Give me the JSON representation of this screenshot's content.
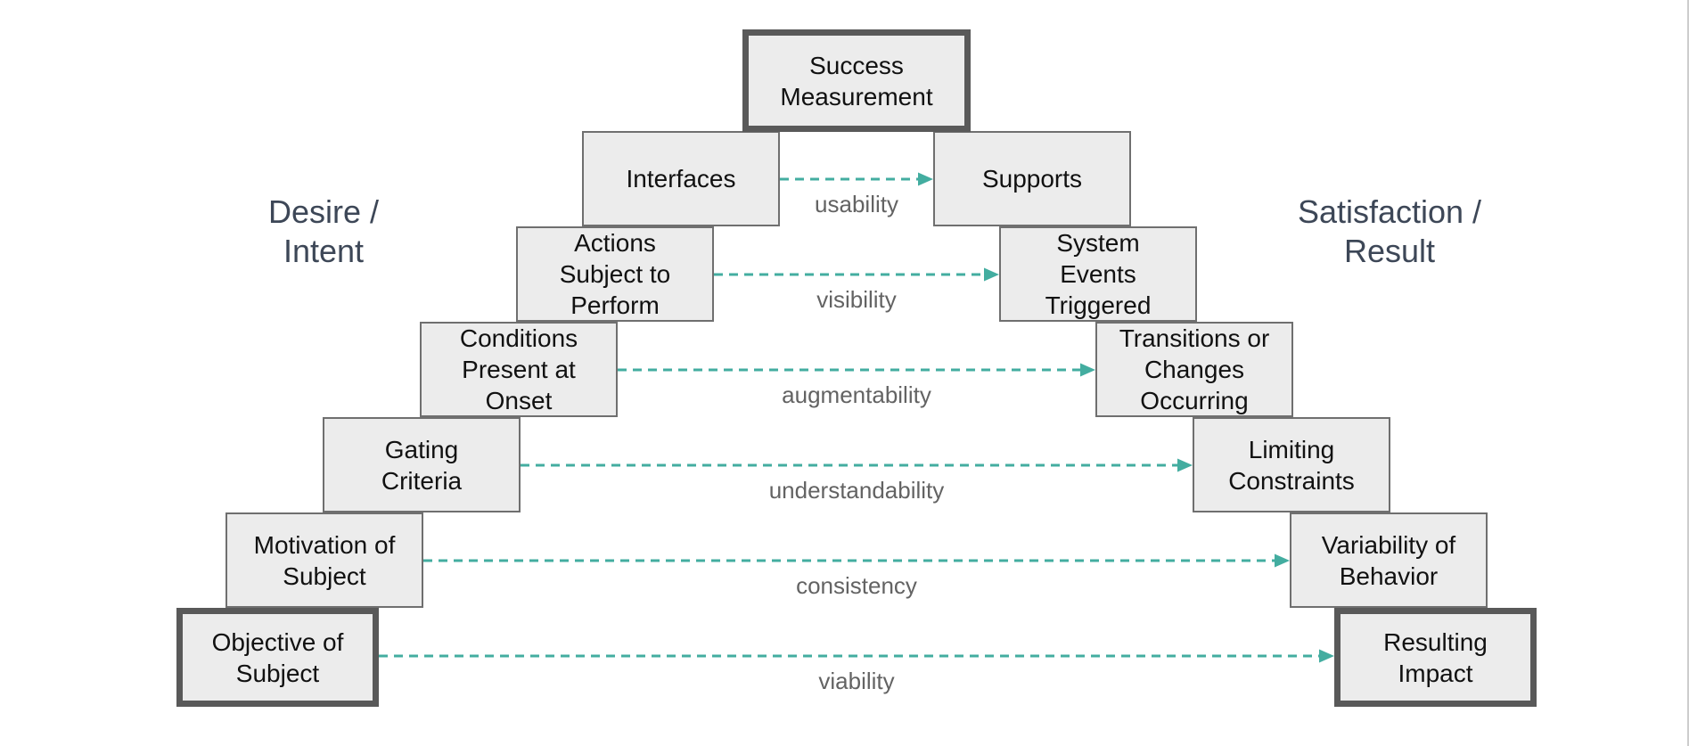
{
  "diagram": {
    "top_box": {
      "label": "Success\nMeasurement"
    },
    "side_labels": {
      "left": "Desire /\nIntent",
      "right": "Satisfaction /\nResult"
    },
    "rows": [
      {
        "left": "Interfaces",
        "right": "Supports",
        "connector": "usability"
      },
      {
        "left": "Actions\nSubject to\nPerform",
        "right": "System\nEvents\nTriggered",
        "connector": "visibility"
      },
      {
        "left": "Conditions\nPresent at\nOnset",
        "right": "Transitions or\nChanges\nOccurring",
        "connector": "augmentability"
      },
      {
        "left": "Gating\nCriteria",
        "right": "Limiting\nConstraints",
        "connector": "understandability"
      },
      {
        "left": "Motivation of\nSubject",
        "right": "Variability of\nBehavior",
        "connector": "consistency"
      },
      {
        "left": "Objective of\nSubject",
        "right": "Resulting\nImpact",
        "connector": "viability"
      }
    ]
  },
  "colors": {
    "box_fill": "#ececec",
    "box_border": "#6f6f6f",
    "emphasis_border": "#595959",
    "box_text": "#111111",
    "arrow": "#43ada0",
    "connector_text": "#636363",
    "side_label_text": "#3d4757"
  }
}
